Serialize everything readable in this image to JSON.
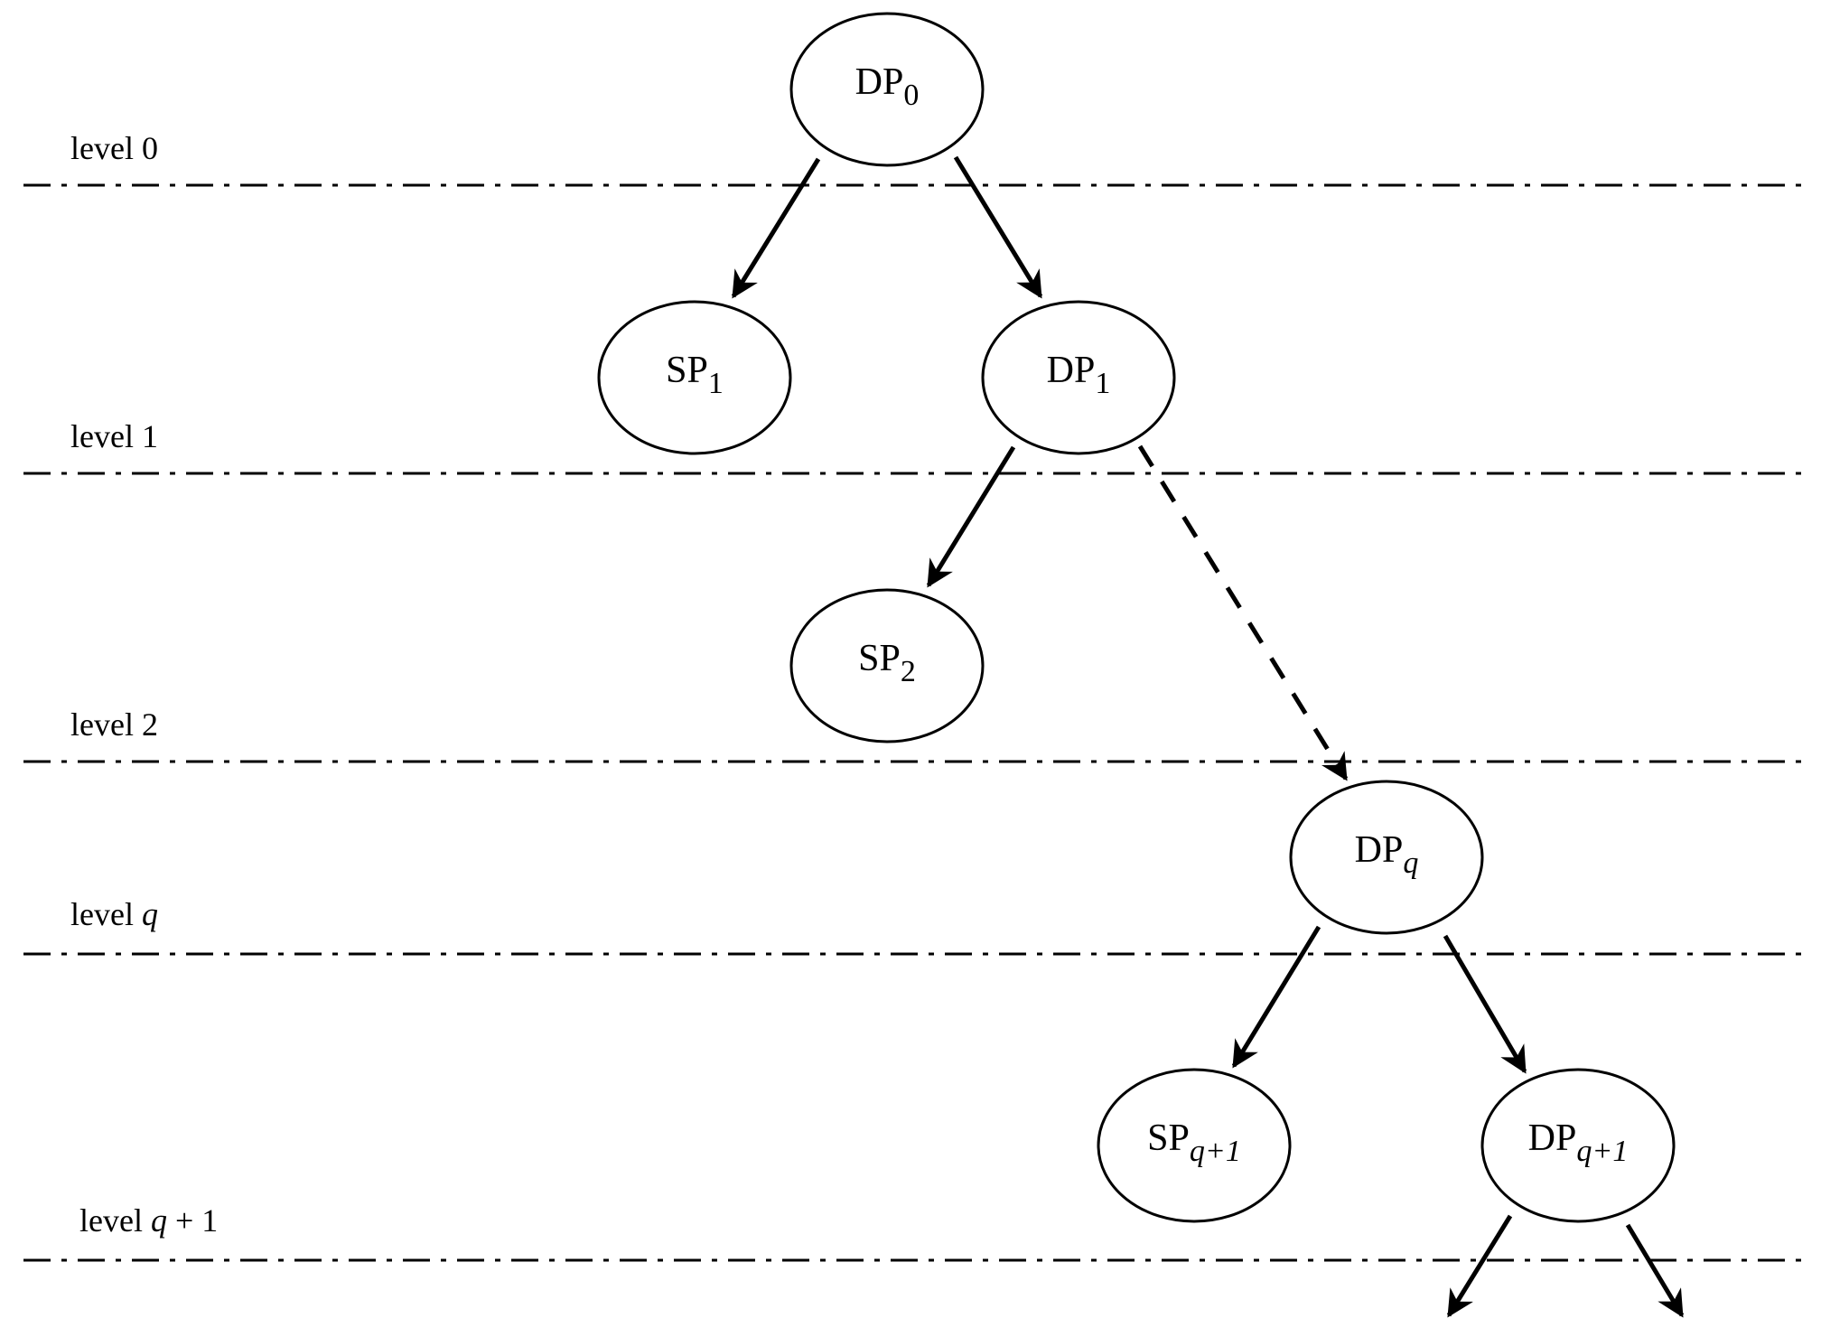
{
  "diagram": {
    "levels": [
      {
        "id": "level-0",
        "prefix": "level ",
        "var": "0",
        "suffix": ""
      },
      {
        "id": "level-1",
        "prefix": "level ",
        "var": "1",
        "suffix": ""
      },
      {
        "id": "level-2",
        "prefix": "level ",
        "var": "2",
        "suffix": ""
      },
      {
        "id": "level-q",
        "prefix": "level ",
        "var": "q",
        "suffix": ""
      },
      {
        "id": "level-q-plus-1",
        "prefix": "level ",
        "var": "q",
        "suffix": " + 1"
      }
    ],
    "nodes": [
      {
        "id": "dp0",
        "base": "DP",
        "sub": "0"
      },
      {
        "id": "sp1",
        "base": "SP",
        "sub": "1"
      },
      {
        "id": "dp1",
        "base": "DP",
        "sub": "1"
      },
      {
        "id": "sp2",
        "base": "SP",
        "sub": "2"
      },
      {
        "id": "dpq",
        "base": "DP",
        "sub": "q"
      },
      {
        "id": "spq1",
        "base": "SP",
        "sub": "q+1"
      },
      {
        "id": "dpq1",
        "base": "DP",
        "sub": "q+1"
      }
    ],
    "edges": [
      {
        "from": "dp0",
        "to": "sp1",
        "style": "solid"
      },
      {
        "from": "dp0",
        "to": "dp1",
        "style": "solid"
      },
      {
        "from": "dp1",
        "to": "sp2",
        "style": "solid"
      },
      {
        "from": "dp1",
        "to": "dpq",
        "style": "dashed"
      },
      {
        "from": "dpq",
        "to": "spq1",
        "style": "solid"
      },
      {
        "from": "dpq",
        "to": "dpq1",
        "style": "solid"
      },
      {
        "from": "dpq1",
        "to": "",
        "style": "solid"
      },
      {
        "from": "dpq1",
        "to": "",
        "style": "solid"
      }
    ]
  }
}
